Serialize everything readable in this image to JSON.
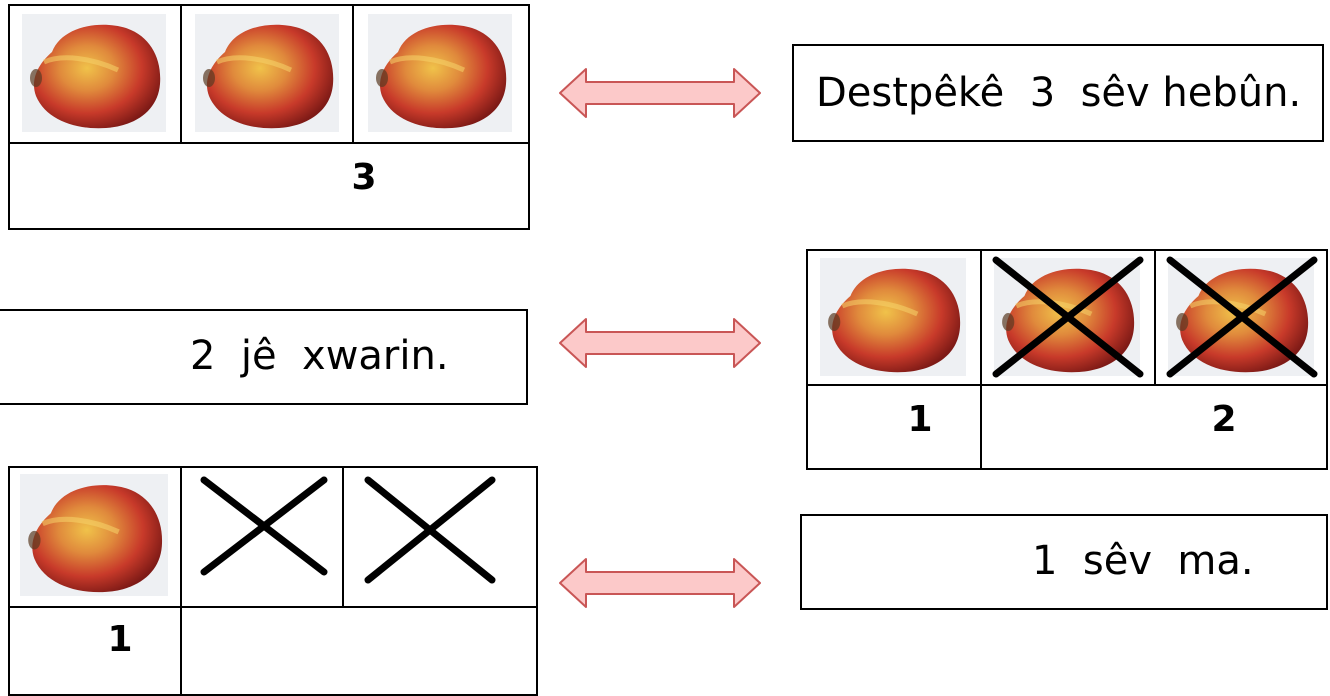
{
  "colors": {
    "arrow_fill": "#fcc9c9",
    "arrow_stroke": "#c95656",
    "apple_red": "#c83a2a",
    "apple_yellow": "#f0c24a",
    "cross": "#000000"
  },
  "icons": {
    "apple": "apple-icon",
    "cross": "cross-mark-icon",
    "arrow": "double-arrow-icon"
  },
  "step1": {
    "count": "3",
    "sentence": "Destpêkê  3  sêv hebûn."
  },
  "step2": {
    "sentence": "2  jê  xwarin.",
    "remaining": "1",
    "eaten": "2"
  },
  "step3": {
    "remaining": "1",
    "sentence": "1  sêv  ma."
  }
}
